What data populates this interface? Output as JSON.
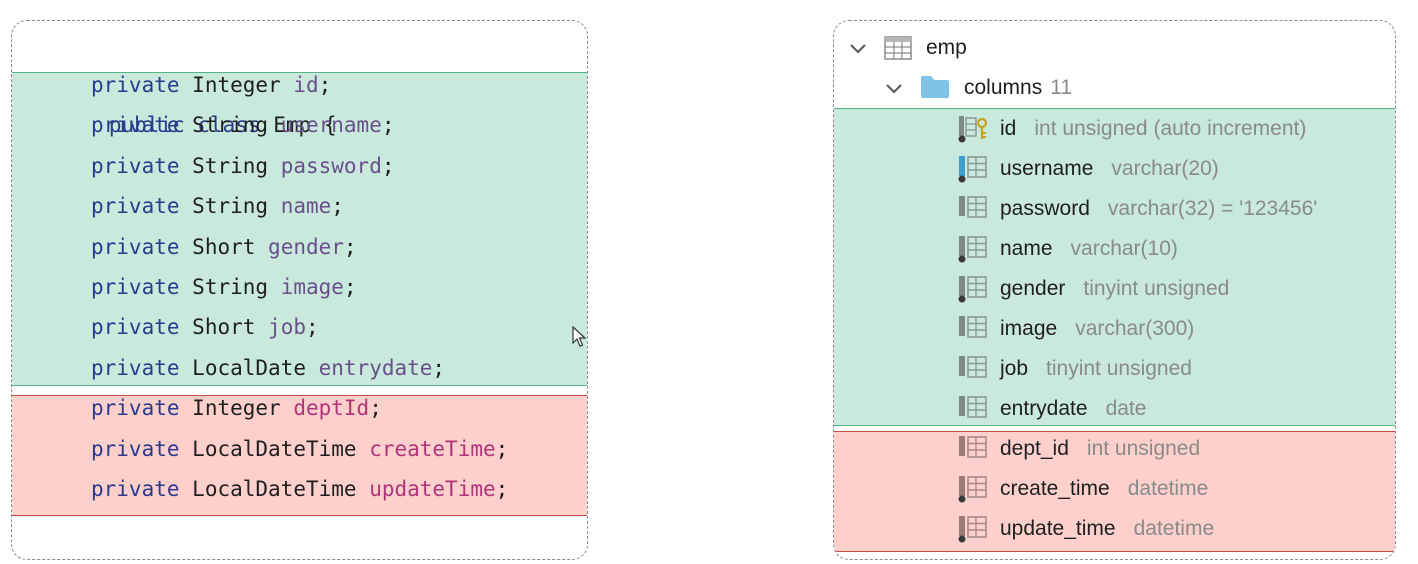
{
  "code": {
    "class_header": {
      "kw1": "public",
      "kw2": "class",
      "name": "Emp",
      "brace": "{"
    },
    "closing": "}",
    "fields": [
      {
        "mod": "private",
        "type": "Integer",
        "name": "id",
        "group": "mapped"
      },
      {
        "mod": "private",
        "type": "String",
        "name": "username",
        "group": "mapped"
      },
      {
        "mod": "private",
        "type": "String",
        "name": "password",
        "group": "mapped"
      },
      {
        "mod": "private",
        "type": "String",
        "name": "name",
        "group": "mapped"
      },
      {
        "mod": "private",
        "type": "Short",
        "name": "gender",
        "group": "mapped"
      },
      {
        "mod": "private",
        "type": "String",
        "name": "image",
        "group": "mapped"
      },
      {
        "mod": "private",
        "type": "Short",
        "name": "job",
        "group": "mapped"
      },
      {
        "mod": "private",
        "type": "LocalDate",
        "name": "entrydate",
        "group": "mapped"
      },
      {
        "mod": "private",
        "type": "Integer",
        "name": "deptId",
        "group": "mismatch"
      },
      {
        "mod": "private",
        "type": "LocalDateTime",
        "name": "createTime",
        "group": "mismatch"
      },
      {
        "mod": "private",
        "type": "LocalDateTime",
        "name": "updateTime",
        "group": "mismatch"
      }
    ]
  },
  "db": {
    "table": {
      "name": "emp",
      "icon": "table-icon"
    },
    "columns_node": {
      "label": "columns",
      "count": "11",
      "icon": "folder-icon"
    },
    "columns": [
      {
        "name": "id",
        "type": "int unsigned (auto increment)",
        "icon": "primary-key-column-icon",
        "group": "mapped"
      },
      {
        "name": "username",
        "type": "varchar(20)",
        "icon": "unique-column-icon",
        "group": "mapped"
      },
      {
        "name": "password",
        "type": "varchar(32) = '123456'",
        "icon": "column-icon",
        "group": "mapped"
      },
      {
        "name": "name",
        "type": "varchar(10)",
        "icon": "not-null-column-icon",
        "group": "mapped"
      },
      {
        "name": "gender",
        "type": "tinyint unsigned",
        "icon": "not-null-column-icon",
        "group": "mapped"
      },
      {
        "name": "image",
        "type": "varchar(300)",
        "icon": "column-icon",
        "group": "mapped"
      },
      {
        "name": "job",
        "type": "tinyint unsigned",
        "icon": "column-icon",
        "group": "mapped"
      },
      {
        "name": "entrydate",
        "type": "date",
        "icon": "column-icon",
        "group": "mapped"
      },
      {
        "name": "dept_id",
        "type": "int unsigned",
        "icon": "column-icon",
        "group": "mismatch"
      },
      {
        "name": "create_time",
        "type": "datetime",
        "icon": "not-null-column-icon",
        "group": "mismatch"
      },
      {
        "name": "update_time",
        "type": "datetime",
        "icon": "not-null-column-icon",
        "group": "mismatch"
      }
    ]
  },
  "colors": {
    "mapped_bg": "#c8e9dc",
    "mapped_border": "#58b283",
    "mismatch_bg": "#fdd0cc",
    "mismatch_border": "#c94a43",
    "keyword": "#2b3a8c",
    "field": "#6a4f8c"
  }
}
